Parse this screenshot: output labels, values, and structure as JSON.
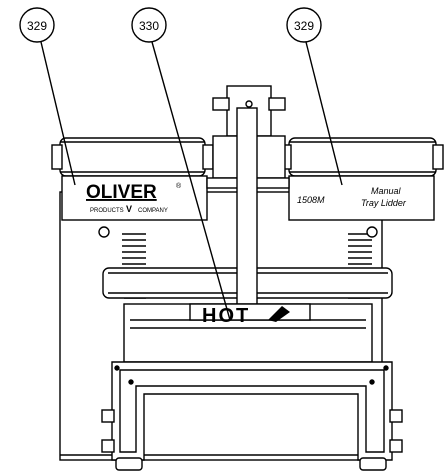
{
  "callouts": [
    {
      "id": "callout-left",
      "text": "329"
    },
    {
      "id": "callout-center",
      "text": "330"
    },
    {
      "id": "callout-right",
      "text": "329"
    }
  ],
  "left_plate": {
    "brand": "OLIVER",
    "registered": "®",
    "subtitle_left": "PRODUCTS",
    "subtitle_right": "COMPANY",
    "center_mark": "V"
  },
  "right_plate": {
    "model": "1508M",
    "line1": "Manual",
    "line2": "Tray Lidder"
  },
  "warning_sign": {
    "text": "HOT"
  }
}
